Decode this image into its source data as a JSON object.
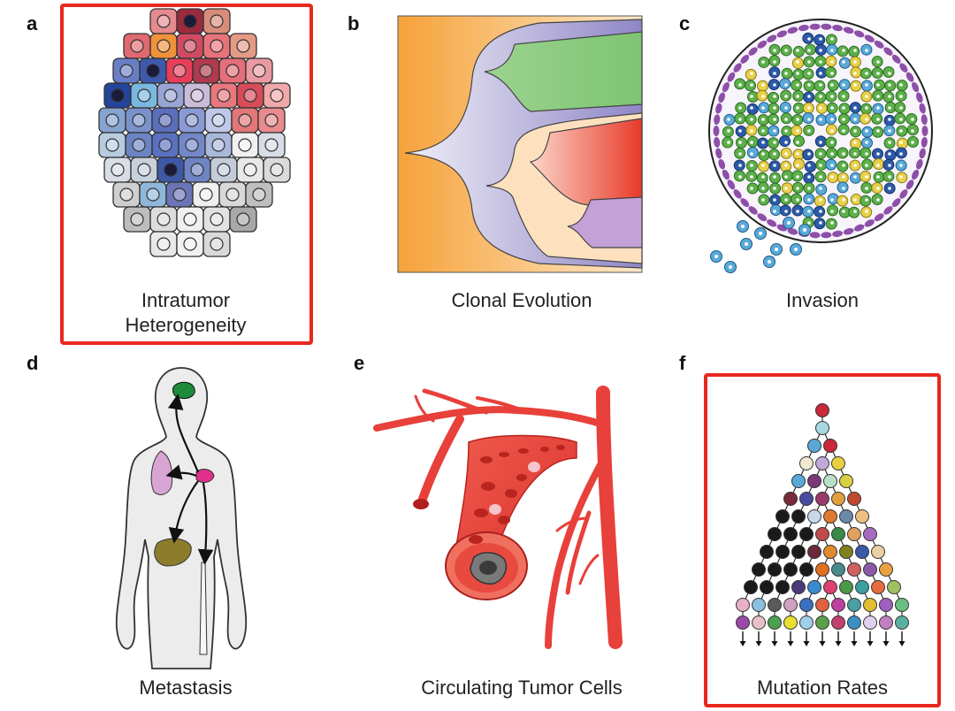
{
  "panels": {
    "a": {
      "letter": "a",
      "caption_line1": "Intratumor",
      "caption_line2": "Heterogeneity"
    },
    "b": {
      "letter": "b",
      "caption": "Clonal Evolution"
    },
    "c": {
      "letter": "c",
      "caption": "Invasion"
    },
    "d": {
      "letter": "d",
      "caption": "Metastasis"
    },
    "e": {
      "letter": "e",
      "caption": "Circulating Tumor Cells"
    },
    "f": {
      "letter": "f",
      "caption": "Mutation Rates"
    }
  },
  "colors": {
    "highlight_frame": "#e8281e",
    "clone_orange": "#f6ad4a",
    "clone_lavender": "#d8d6ee",
    "clone_green": "#86c97c",
    "clone_red": "#ec4b3a",
    "clone_purple": "#c7a0d4",
    "vessel_red": "#e8403a"
  }
}
